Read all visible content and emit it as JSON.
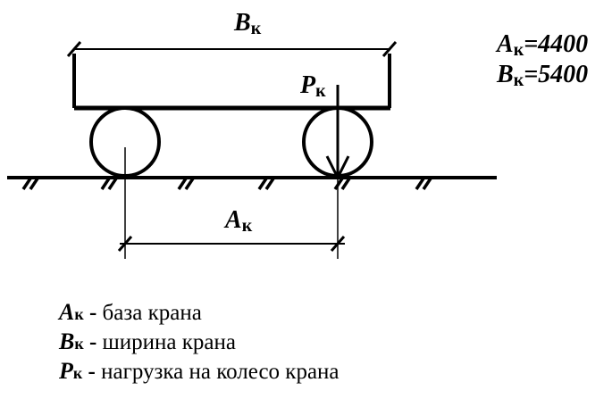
{
  "diagram": {
    "labels": {
      "width_symbol": "B",
      "width_subscript": "к",
      "base_symbol": "A",
      "base_subscript": "к",
      "load_symbol": "P",
      "load_subscript": "к"
    },
    "values": {
      "a_symbol": "A",
      "a_subscript": "к",
      "a_value": "=4400",
      "b_symbol": "B",
      "b_subscript": "к",
      "b_value": "=5400"
    }
  },
  "legend": [
    {
      "symbol": "A",
      "subscript": "к",
      "dash": " - ",
      "text": "база крана"
    },
    {
      "symbol": "B",
      "subscript": "к",
      "dash": " - ",
      "text": "ширина крана"
    },
    {
      "symbol": "P",
      "subscript": "к",
      "dash": " - ",
      "text": "нагрузка на колесо крана"
    }
  ]
}
